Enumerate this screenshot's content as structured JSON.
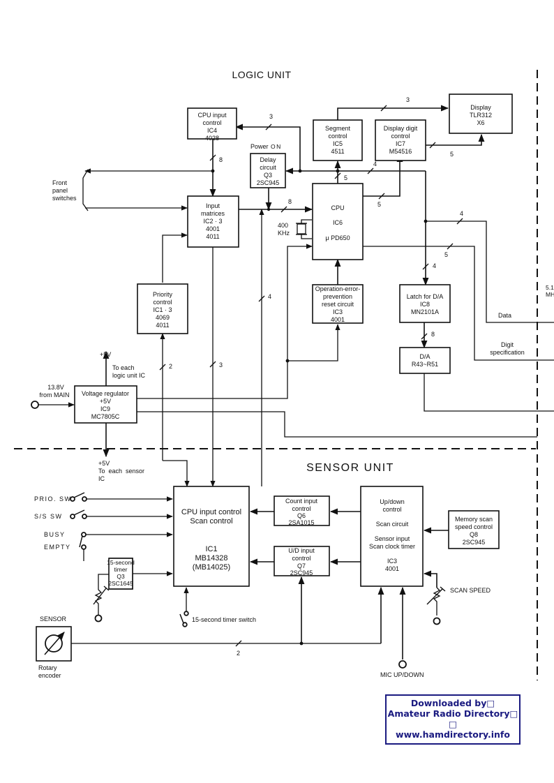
{
  "sections": {
    "logic_unit_title": "LOGIC UNIT",
    "sensor_unit_title": "SENSOR UNIT"
  },
  "logic_blocks": {
    "cpu_input_control": [
      "CPU input",
      "control",
      "IC4",
      "4028"
    ],
    "segment_control": [
      "Segment",
      "control",
      "IC5",
      "4511"
    ],
    "display_digit_control": [
      "Display digit",
      "control",
      "IC7",
      "M54516"
    ],
    "display": [
      "Display",
      "TLR312",
      "X6"
    ],
    "delay_circuit": [
      "Delay",
      "circuit",
      "Q3",
      "2SC945"
    ],
    "input_matrices": [
      "Input",
      "matrices",
      "IC2 · 3",
      "4001",
      "4011"
    ],
    "cpu": [
      "CPU",
      "IC6",
      "μ PD650"
    ],
    "priority_control": [
      "Priority",
      "control",
      "IC1 · 3",
      "4069",
      "4011"
    ],
    "reset_circuit": [
      "Operation-error-",
      "prevention",
      "reset circuit",
      "IC3",
      "4001"
    ],
    "latch_da": [
      "Latch for D/A",
      "IC8",
      "MN2101A"
    ],
    "da": [
      "D/A",
      "R43~R51"
    ],
    "voltage_regulator": [
      "Voltage regulator",
      "+5V",
      "IC9",
      "MC7805C"
    ]
  },
  "sensor_blocks": {
    "sensor_cpu": [
      "CPU input control",
      "Scan control",
      "IC1",
      "MB14328",
      "(MB14025)"
    ],
    "count_input_control": [
      "Count input",
      "control",
      "Q6",
      "2SA1015"
    ],
    "ud_input_control": [
      "U/D input",
      "control",
      "Q7",
      "2SC945"
    ],
    "updown_control": [
      "Up/down",
      "control",
      "Scan circuit",
      "Sensor input",
      "Scan clock timer",
      "IC3",
      "4001"
    ],
    "memory_scan_speed": [
      "Memory scan",
      "speed control",
      "Q8",
      "2SC945"
    ],
    "fifteen_second_timer": [
      "15-second",
      "timer",
      "Q3",
      "2SC1645"
    ],
    "rotary_encoder": "SENSOR"
  },
  "labels": {
    "power_on": "Power",
    "power_on_state": "ON",
    "front_panel": [
      "Front",
      "panel",
      "switches"
    ],
    "crystal": [
      "400",
      "KHz"
    ],
    "plus5v_top": "+5V",
    "to_logic": [
      "To each",
      "logic unit IC"
    ],
    "input_voltage": [
      "13.8V",
      "from MAIN"
    ],
    "plus5v_bottom": "+5V",
    "to_sensor": [
      "To  each  sensor",
      "IC"
    ],
    "data": "Data",
    "digit_spec": [
      "Digit",
      "specification"
    ],
    "offpage": [
      "5.1",
      "MH"
    ],
    "prio_sw": "PRIO. SW",
    "ss_sw": "S/S SW",
    "busy": "BUSY",
    "empty": "EMPTY",
    "timer_switch": "15-second timer switch",
    "scan_speed": "SCAN SPEED",
    "rotary_encoder": [
      "Rotary",
      "encoder"
    ],
    "mic_updown": "MIC UP/DOWN"
  },
  "bus_widths": {
    "cpu_to_ic4": "3",
    "ic4_to_bus": "8",
    "seg_to_display": "3",
    "digit_to_display": "5",
    "cpu_to_seg": "5",
    "cpu_top_bus": "4",
    "cpu_to_digit": "5",
    "matrix_to_cpu": "8",
    "cpu_data": "4",
    "cpu_digit_spec": "5",
    "to_latch": "4",
    "latch_to_da": "8",
    "sensor_to_matrix": "4",
    "priority_in": "2",
    "matrix_out": "3",
    "encoder": "2"
  },
  "watermark": {
    "line1": "Downloaded by□",
    "line2": "Amateur Radio Directory□",
    "line3": "□",
    "line4": "www.hamdirectory.info",
    "color": "#1a1a80"
  }
}
